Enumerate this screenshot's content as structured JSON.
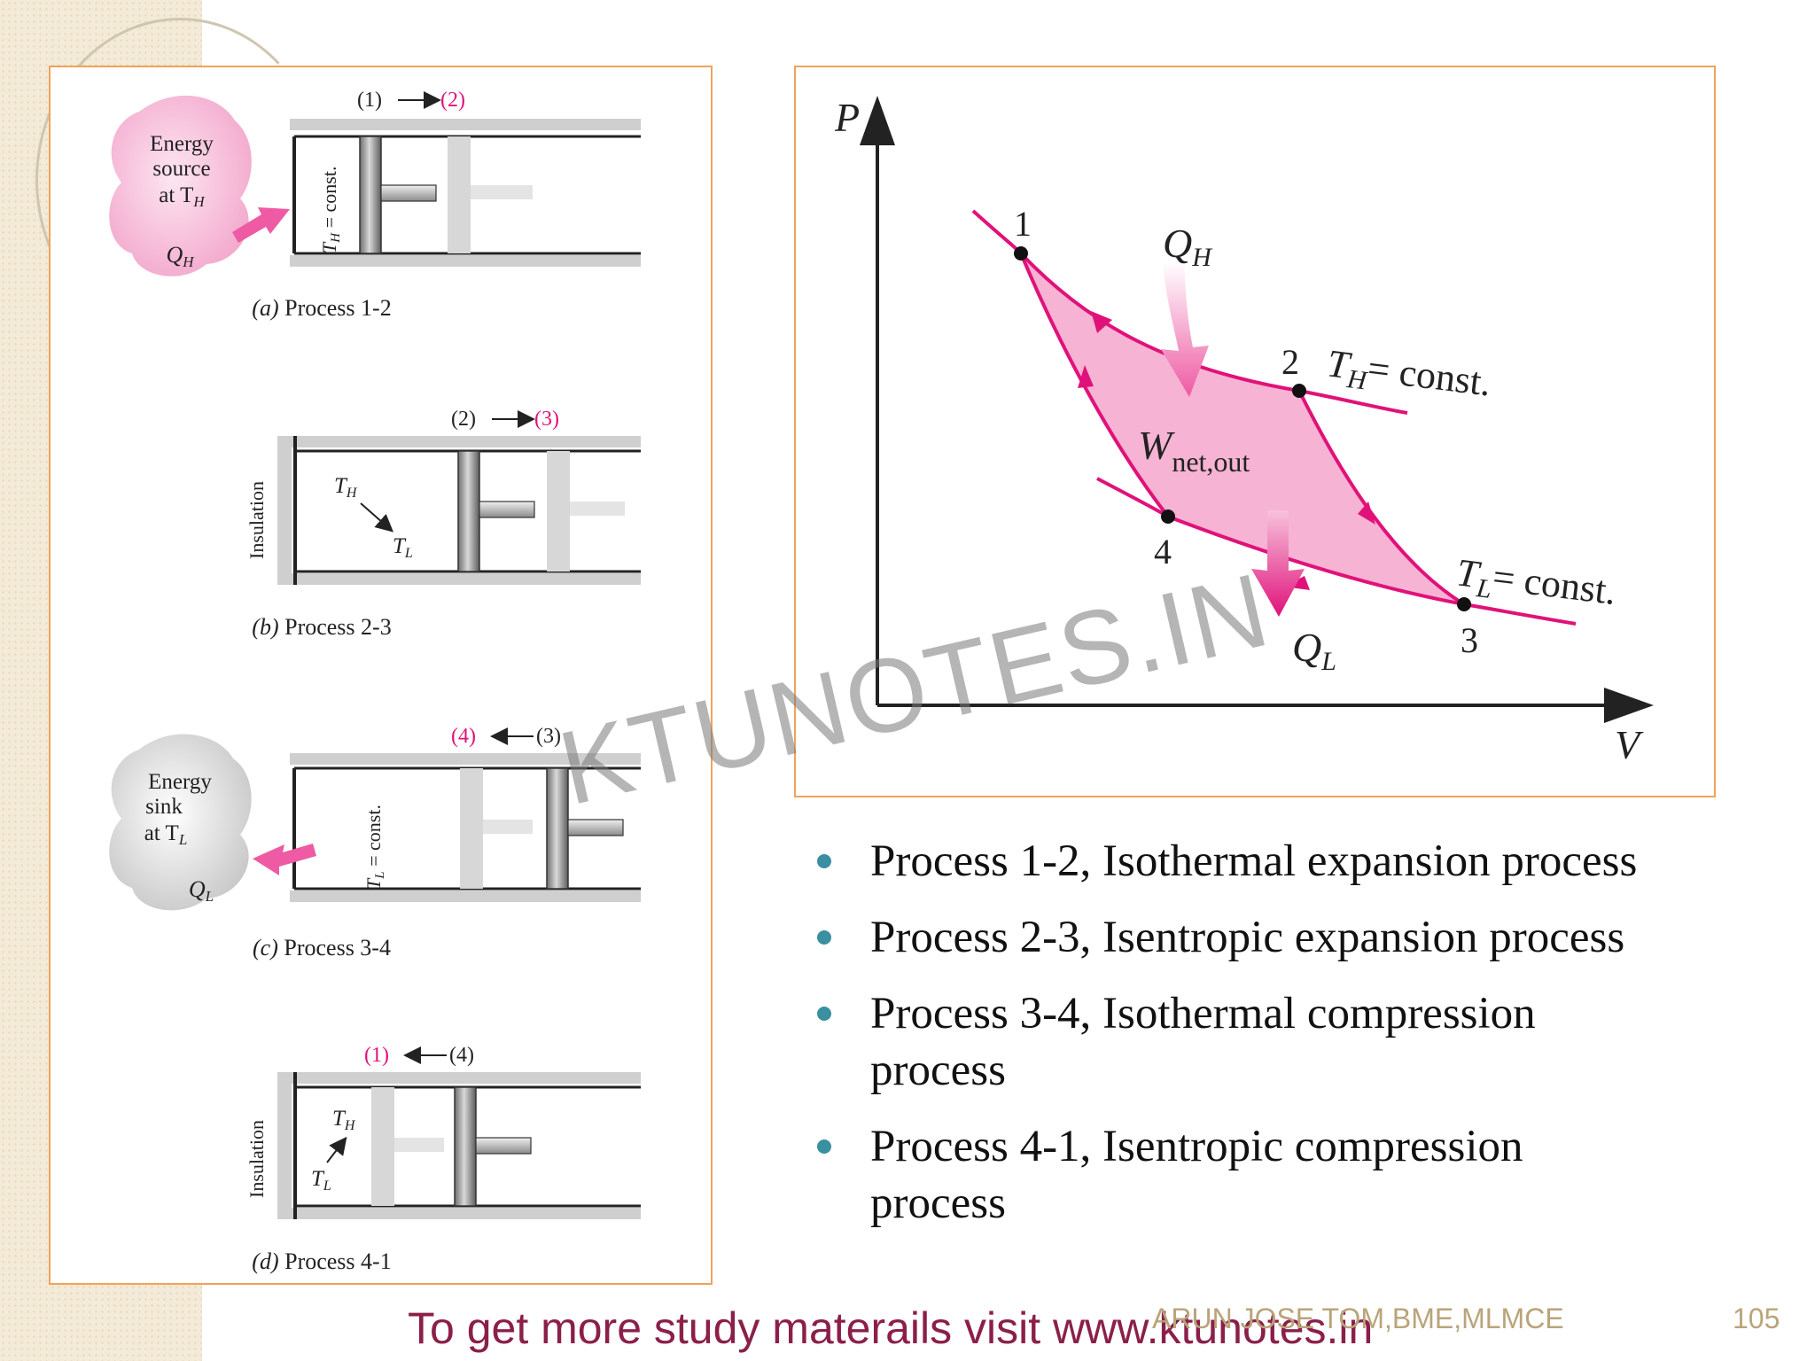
{
  "left_panel": {
    "a": {
      "arrow_from": "(1)",
      "arrow_to": "(2)",
      "source_lines": [
        "Energy",
        "source",
        "at T"
      ],
      "source_sub": "H",
      "heat": "Q",
      "heat_sub": "H",
      "wall_label": "T",
      "wall_sub": "H",
      "wall_rest": " = const.",
      "caption_letter": "(a)",
      "caption_text": " Process 1-2"
    },
    "b": {
      "arrow_from": "(2)",
      "arrow_to": "(3)",
      "insulation": "Insulation",
      "th": "T",
      "th_sub": "H",
      "tl": "T",
      "tl_sub": "L",
      "caption_letter": "(b)",
      "caption_text": " Process 2-3"
    },
    "c": {
      "arrow_from": "(4)",
      "arrow_to": "(3)",
      "sink_lines": [
        "Energy",
        "sink",
        "at T"
      ],
      "sink_sub": "L",
      "heat": "Q",
      "heat_sub": "L",
      "wall_label": "T",
      "wall_sub": "L",
      "wall_rest": " = const.",
      "caption_letter": "(c)",
      "caption_text": " Process 3-4"
    },
    "d": {
      "arrow_from": "(1)",
      "arrow_to": "(4)",
      "insulation": "Insulation",
      "th": "T",
      "th_sub": "H",
      "tl": "T",
      "tl_sub": "L",
      "caption_letter": "(d)",
      "caption_text": " Process 4-1"
    }
  },
  "pv_diagram": {
    "axis_y": "P",
    "axis_x": "V",
    "points": [
      "1",
      "2",
      "3",
      "4"
    ],
    "qh": "Q",
    "qh_sub": "H",
    "ql": "Q",
    "ql_sub": "L",
    "wnet": "W",
    "wnet_sub": "net,out",
    "th_label": "T",
    "th_sub": "H",
    "th_rest": "= const.",
    "tl_label": "T",
    "tl_sub": "L",
    "tl_rest": "= const."
  },
  "bullets": [
    "Process 1-2, Isothermal expansion process",
    "Process 2-3, Isentropic expansion process",
    "Process 3-4, Isothermal compression process",
    "Process 4-1, Isentropic compression process"
  ],
  "watermark": "KTUNOTES.IN",
  "footer": {
    "link_text": "To get more study materails visit www.ktunotes.in",
    "author": "ARUN JOSE TOM,BME,MLMCE",
    "page": "105"
  },
  "colors": {
    "accent_magenta": "#e0127a",
    "panel_border": "#f0a35a",
    "bullet_dot": "#3a8fa0",
    "footer_link": "#8b1f4a",
    "footer_muted": "#b9a47a",
    "cycle_fill": "#f6b3d3"
  }
}
